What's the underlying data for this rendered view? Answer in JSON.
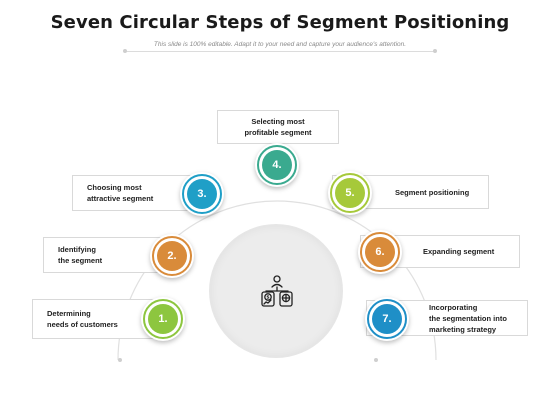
{
  "title": "Seven Circular Steps of Segment Positioning",
  "subtitle": "This slide is 100% editable. Adapt it to your need and capture your audience's attention.",
  "steps": [
    {
      "number": "1.",
      "label": "Determining\nneeds of customers",
      "color": "#8dc63f"
    },
    {
      "number": "2.",
      "label": "Identifying\nthe segment",
      "color": "#d98b3a"
    },
    {
      "number": "3.",
      "label": "Choosing most\nattractive segment",
      "color": "#1f9fc7"
    },
    {
      "number": "4.",
      "label": "Selecting most\nprofitable segment",
      "color": "#3aaa8f"
    },
    {
      "number": "5.",
      "label": "Segment positioning",
      "color": "#a6c93a"
    },
    {
      "number": "6.",
      "label": "Expanding segment",
      "color": "#d98b3a"
    },
    {
      "number": "7.",
      "label": "Incorporating\nthe segmentation into\nmarketing strategy",
      "color": "#1f8fc7"
    }
  ],
  "center_icon": "segment-people-money-icon"
}
